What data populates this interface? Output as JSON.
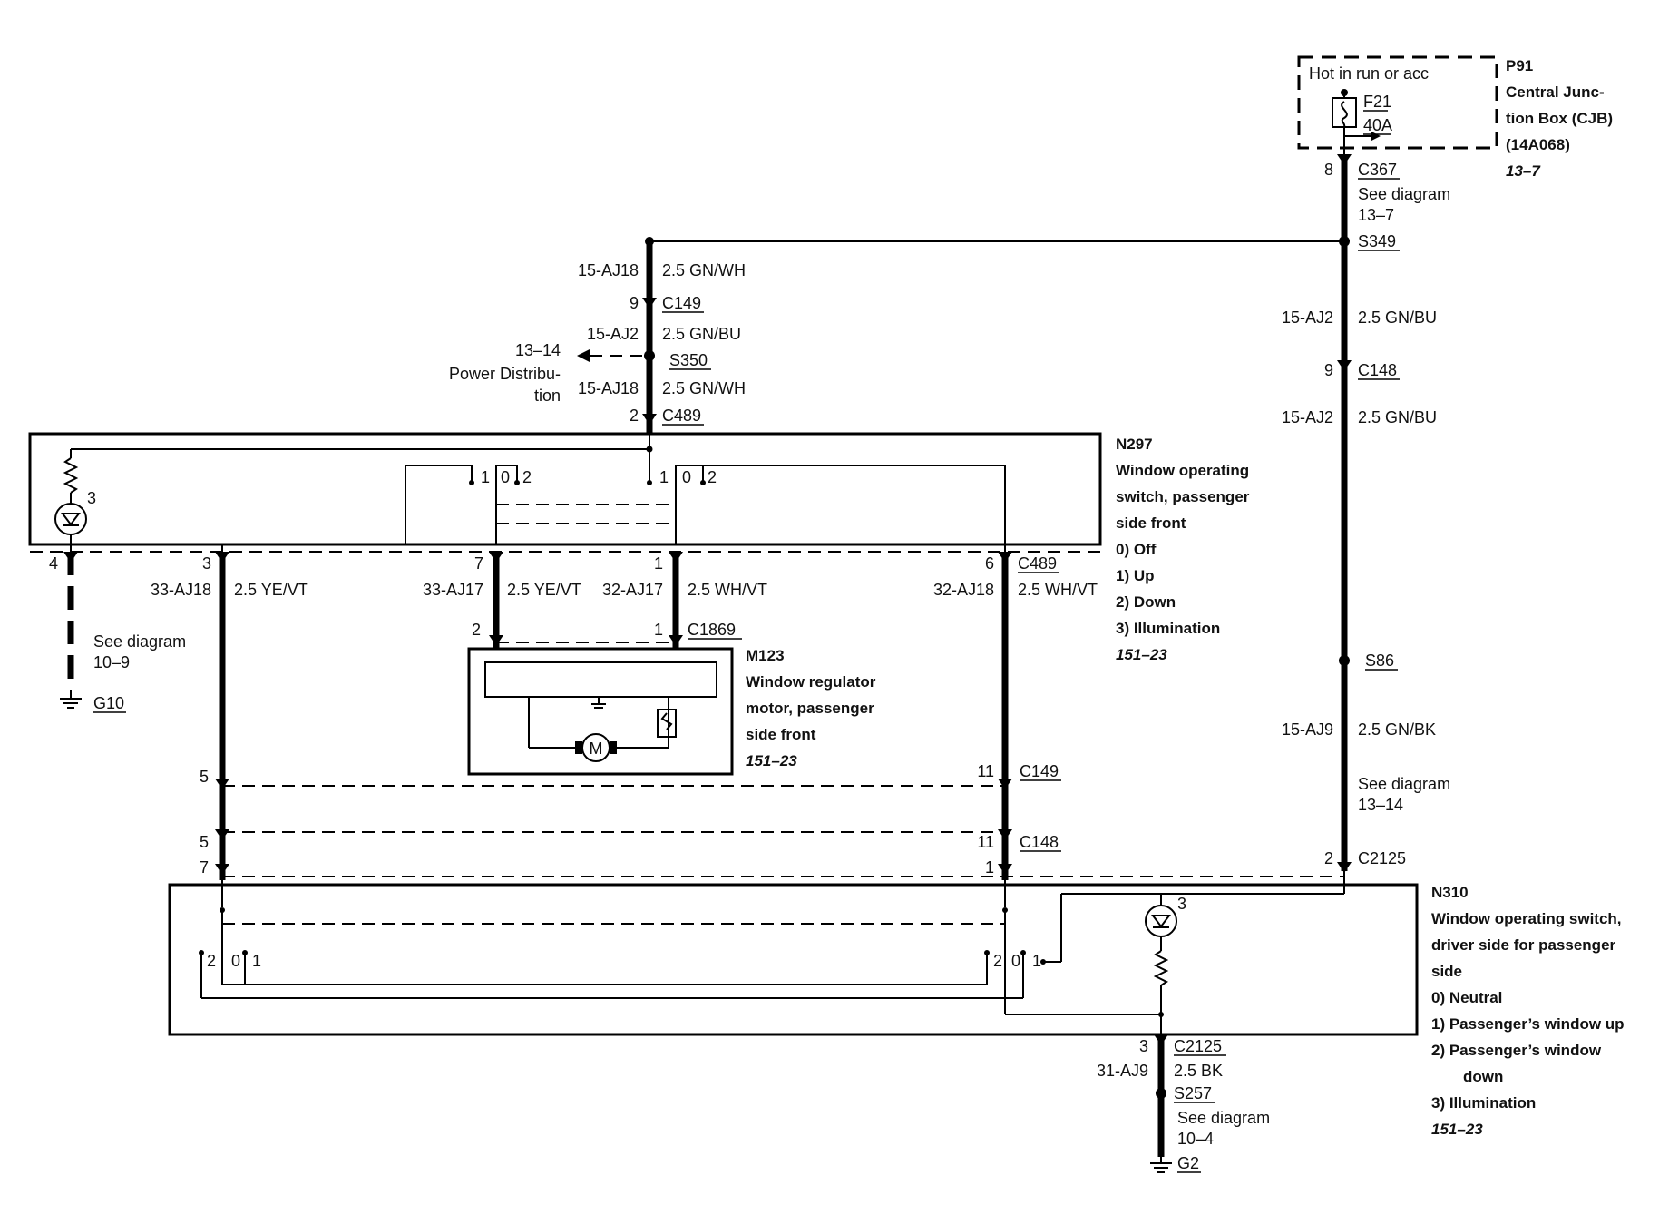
{
  "p91": {
    "hot_label": "Hot in run or acc",
    "fuse_id": "F21",
    "fuse_rating": "40A",
    "title": [
      "P91",
      "Central Junc-",
      "tion Box (CJB)",
      "(14A068)"
    ],
    "ref": "13–7"
  },
  "right_wire": {
    "c367_pin": "8",
    "c367": "C367",
    "see1": [
      "See diagram",
      "13–7"
    ],
    "s349": "S349",
    "cir1": "15-AJ2",
    "spec1": "2.5 GN/BU",
    "c148_pin": "9",
    "c148": "C148",
    "cir2": "15-AJ2",
    "spec2": "2.5 GN/BU",
    "s86": "S86",
    "cir3": "15-AJ9",
    "spec3": "2.5 GN/BK",
    "see2": [
      "See diagram",
      "13–14"
    ],
    "c2125_pin": "2",
    "c2125": "C2125"
  },
  "center_wire": {
    "cir1": "15-AJ18",
    "spec1": "2.5 GN/WH",
    "c149_pin": "9",
    "c149": "C149",
    "cir2": "15-AJ2",
    "spec2": "2.5 GN/BU",
    "s350": "S350",
    "power_ref": "13–14",
    "power_label": [
      "Power Distribu-",
      "tion"
    ],
    "cir3": "15-AJ18",
    "spec3": "2.5 GN/WH",
    "c489_pin": "2",
    "c489": "C489"
  },
  "n297": {
    "title": [
      "N297",
      "Window operating",
      "switch, passenger",
      "side front"
    ],
    "states": [
      "0)  Off",
      "1)  Up",
      "2)  Down",
      "3)  Illumination"
    ],
    "ref": "151–23",
    "lamp_num": "3",
    "sw_a": [
      "1",
      "0",
      "2"
    ],
    "sw_b": [
      "1",
      "0",
      "2"
    ]
  },
  "lower_wires": {
    "pin4": "4",
    "see_g10": [
      "See diagram",
      "10–9"
    ],
    "g10": "G10",
    "pin3": "3",
    "cir_a": "33-AJ18",
    "spec_a": "2.5 YE/VT",
    "pin7": "7",
    "cir_b": "33-AJ17",
    "spec_b": "2.5 YE/VT",
    "pin1": "1",
    "cir_c": "32-AJ17",
    "spec_c": "2.5 WH/VT",
    "pin6": "6",
    "c489": "C489",
    "cir_d": "32-AJ18",
    "spec_d": "2.5 WH/VT",
    "c1869_pin2": "2",
    "c1869_pin1": "1",
    "c1869": "C1869"
  },
  "m123": {
    "title": [
      "M123",
      "Window regulator",
      "motor, passenger",
      "side front"
    ],
    "ref": "151–23",
    "motor": "M"
  },
  "connectors": {
    "c149_left": "5",
    "c149_right": "11",
    "c149": "C149",
    "c148_left": "5",
    "c148_right": "11",
    "c148": "C148",
    "c2125_left": "7",
    "c2125_mid": "1"
  },
  "n310": {
    "title": [
      "N310",
      "Window operating switch,",
      "driver side for passenger",
      "side"
    ],
    "states": [
      "0)   Neutral",
      "1)   Passenger’s window up",
      "2)   Passenger’s window",
      "down",
      "3)   Illumination"
    ],
    "ref": "151–23",
    "lamp_num": "3",
    "sw_a": [
      "2",
      "0",
      "1"
    ],
    "sw_b": [
      "2",
      "0",
      "1"
    ]
  },
  "bottom_wire": {
    "pin3": "3",
    "c2125": "C2125",
    "cir": "31-AJ9",
    "spec": "2.5 BK",
    "s257": "S257",
    "see": [
      "See diagram",
      "10–4"
    ],
    "g2": "G2"
  }
}
